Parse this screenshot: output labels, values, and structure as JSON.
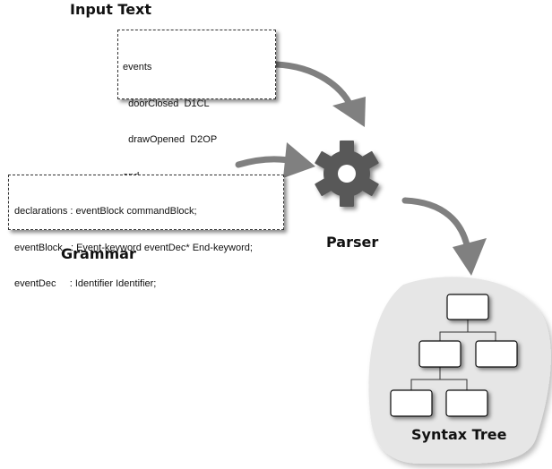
{
  "labels": {
    "input_text": "Input Text",
    "grammar": "Grammar",
    "parser": "Parser",
    "syntax_tree": "Syntax Tree"
  },
  "input_text_lines": [
    "events",
    "  doorClosed  D1CL",
    "  drawOpened  D2OP",
    "end"
  ],
  "grammar_lines": [
    "declarations : eventBlock commandBlock;",
    "eventBlock   : Event-keyword eventDec* End-keyword;",
    "eventDec     : Identifier Identifier;"
  ],
  "colors": {
    "arrow": "#808080",
    "gear": "#595959",
    "tree_background": "#e6e6e6",
    "box_border": "#333333"
  },
  "icons": {
    "parser": "gear-icon"
  }
}
